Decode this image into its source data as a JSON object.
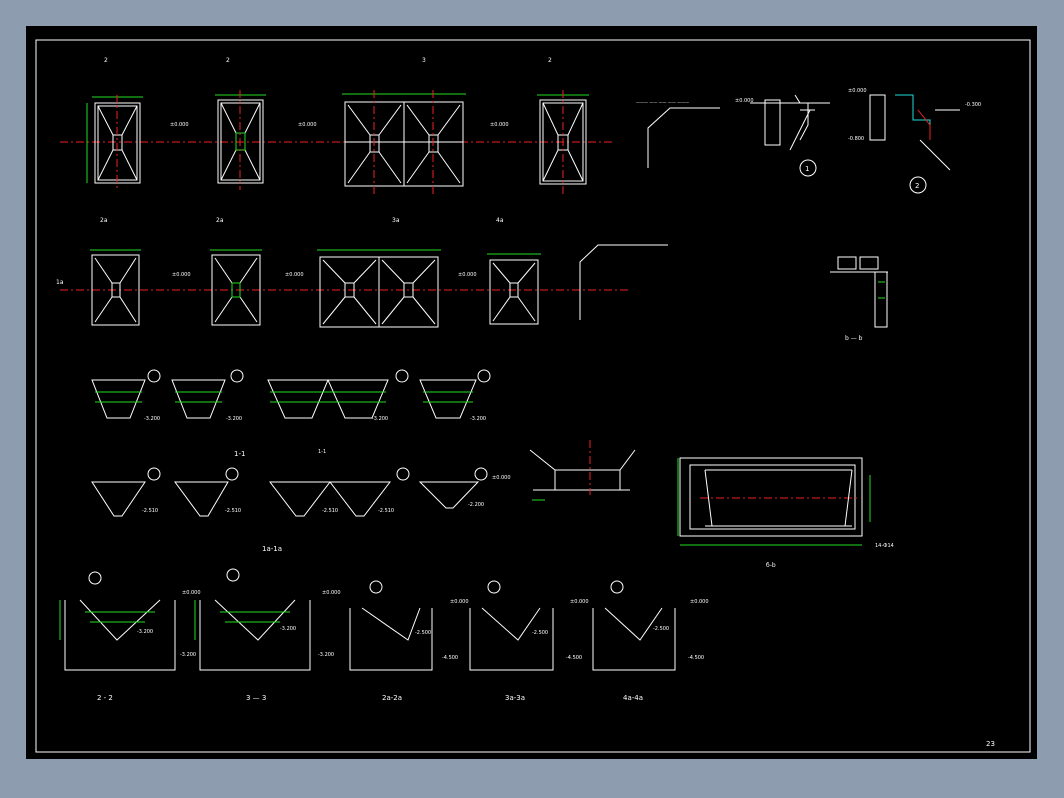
{
  "sheet": {
    "number": "23"
  },
  "plans_row1": {
    "section_marks": [
      "2",
      "2",
      "3",
      "2"
    ],
    "elevations": [
      "±0.000",
      "±0.000",
      "±0.000"
    ],
    "note": "——— ——  ——  ——  ———"
  },
  "plans_row2": {
    "section_marks": [
      "2a",
      "2a",
      "3a",
      "4a"
    ],
    "elevations": [
      "±0.000",
      "±0.000",
      "±0.000"
    ],
    "side_mark": "1a"
  },
  "details": {
    "detail_1_label": "1",
    "detail_2_label": "2",
    "elev_a": "±0.000",
    "elev_b": "-0.800",
    "elev_c": "-0.300"
  },
  "section_labels": {
    "s11": "1-1",
    "s11b": "1-1",
    "s1a1a": "1a-1a",
    "s22": "2 - 2",
    "s33": "3 — 3",
    "s2a2a": "2a-2a",
    "s3a3a": "3a-3a",
    "s4a4a": "4a-4a",
    "sbb": "b — b",
    "sbb2": "б-b"
  },
  "hopper_elevations": {
    "row3": [
      "-3.200",
      "-3.200",
      "-3.200",
      "-3.200"
    ],
    "row4": [
      "-2.510",
      "-2.510",
      "-2.510",
      "-2.510",
      "-2.200"
    ],
    "row4_top": "±0.000",
    "row5_top": [
      "±0.000",
      "±0.000",
      "±0.000",
      "±0.000",
      "±0.000"
    ],
    "row5_bottom": [
      "-3.200",
      "-3.200",
      "-2.500",
      "-2.500",
      "-2.500"
    ],
    "row5_base": [
      "-3.200",
      "-3.200",
      "-4.500",
      "-4.500",
      "-4.500"
    ]
  },
  "beam_plan": {
    "rebar_label": "14-Ф14"
  },
  "colors": {
    "sheet": "#000000",
    "frame": "#8e9cb0",
    "dim": "#22dd22",
    "axis": "#ee2222",
    "line": "#ffffff"
  }
}
